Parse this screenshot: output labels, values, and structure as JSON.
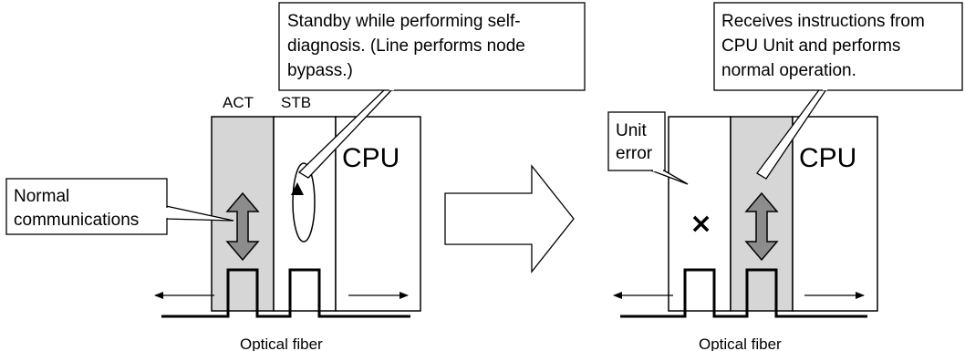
{
  "left_panel": {
    "act_label": "ACT",
    "stb_label": "STB",
    "cpu_label": "CPU",
    "callout_standby": [
      "Standby while performing self-",
      "diagnosis. (Line performs node",
      "bypass.)"
    ],
    "callout_normal": [
      "Normal",
      "communications"
    ],
    "fiber_label": "Optical fiber"
  },
  "right_panel": {
    "cpu_label": "CPU",
    "callout_receives": [
      "Receives instructions from",
      "CPU Unit and performs",
      "normal operation."
    ],
    "callout_error": [
      "Unit",
      "error"
    ],
    "error_mark": "×",
    "fiber_label": "Optical fiber"
  },
  "colors": {
    "active_unit_fill": "#d6d6d6",
    "arrow_fill": "#8c8c8c",
    "line": "#000000"
  }
}
